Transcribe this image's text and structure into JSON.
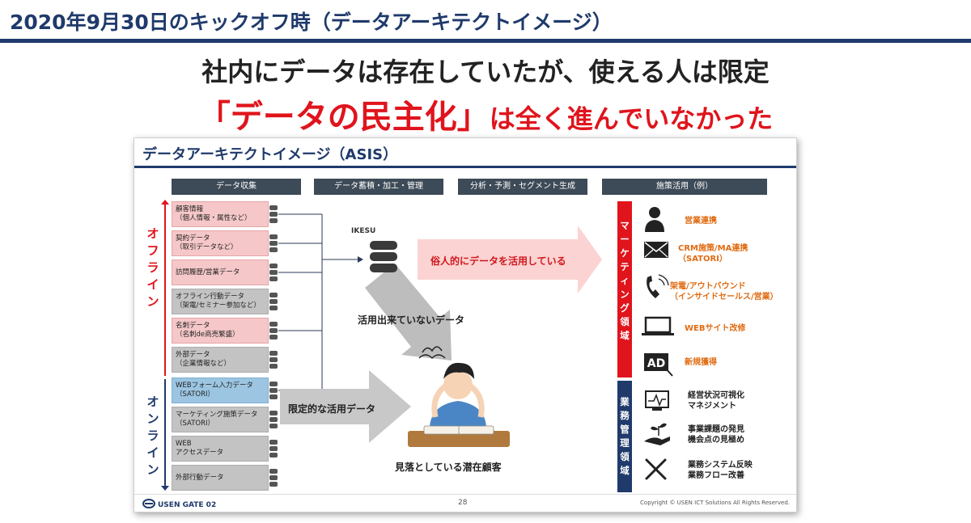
{
  "header": {
    "title": "2020年9月30日のキックオフ時（データアーキテクトイメージ）"
  },
  "headline": {
    "line1": "社内にデータは存在していたが、使える人は限定",
    "line2_emph": "「データの民主化」",
    "line2_rest": "は全く進んでいなかった"
  },
  "slide": {
    "title": "データアーキテクトイメージ（ASIS）",
    "columns": [
      "データ収集",
      "データ蓄積・加工・管理",
      "分析・予測・セグメント生成",
      "施策活用（例）"
    ],
    "offline_label": "オフライン",
    "online_label": "オンライン",
    "offline_sources": [
      {
        "line1": "顧客情報",
        "line2": "（個人情報・属性など）"
      },
      {
        "line1": "契約データ",
        "line2": "（取引データなど）"
      },
      {
        "line1": "訪問履歴/営業データ",
        "line2": ""
      },
      {
        "line1": "オフライン行動データ",
        "line2": "（架電/セミナー参加など）"
      },
      {
        "line1": "名刺データ",
        "line2": "（名刺de商売繁盛）"
      },
      {
        "line1": "外部データ",
        "line2": "（企業情報など）"
      }
    ],
    "online_sources": [
      {
        "line1": "WEBフォーム入力データ",
        "line2": "（SATORI）"
      },
      {
        "line1": "マーケティング施策データ",
        "line2": "（SATORI）"
      },
      {
        "line1": "WEB",
        "line2": "アクセスデータ"
      },
      {
        "line1": "外部行動データ",
        "line2": ""
      }
    ],
    "ikesu_label": "IKESU",
    "arrow_red_text": "俗人的にデータを活用している",
    "unused_text": "活用出来ていないデータ",
    "limited_text": "限定的な活用データ",
    "missed_text": "見落としている潜在顧客",
    "marketing_domain": "マーケティング領域",
    "business_domain": "業務管理領域",
    "marketing_items": [
      {
        "line1": "営業連携",
        "line2": "",
        "icon": "businessman-icon"
      },
      {
        "line1": "CRM施策/MA連携",
        "line2": "（SATORI）",
        "icon": "envelope-icon"
      },
      {
        "line1": "架電/アウトバウンド",
        "line2": "（インサイドセールス/営業）",
        "icon": "phone-icon"
      },
      {
        "line1": "WEBサイト改修",
        "line2": "",
        "icon": "laptop-icon"
      },
      {
        "line1": "新規獲得",
        "line2": "",
        "icon": "ad-icon"
      }
    ],
    "business_items": [
      {
        "line1": "経営状況可視化",
        "line2": "マネジメント",
        "icon": "monitor-icon"
      },
      {
        "line1": "事業課題の発見",
        "line2": "機会点の見極め",
        "icon": "sprout-hand-icon"
      },
      {
        "line1": "業務システム反映",
        "line2": "業務フロー改善",
        "icon": "tools-icon"
      }
    ],
    "footer": {
      "logo": "USEN GATE 02",
      "page": "28",
      "copyright": "Copyright © USEN ICT Solutions All Rights Reserved."
    }
  },
  "colors": {
    "navy": "#1f3a6b",
    "red": "#e0141c",
    "orange": "#e06b12",
    "pink_box": "#f5c7c8",
    "gray_box": "#c3c3c3",
    "blue_box": "#9cc5e2"
  }
}
